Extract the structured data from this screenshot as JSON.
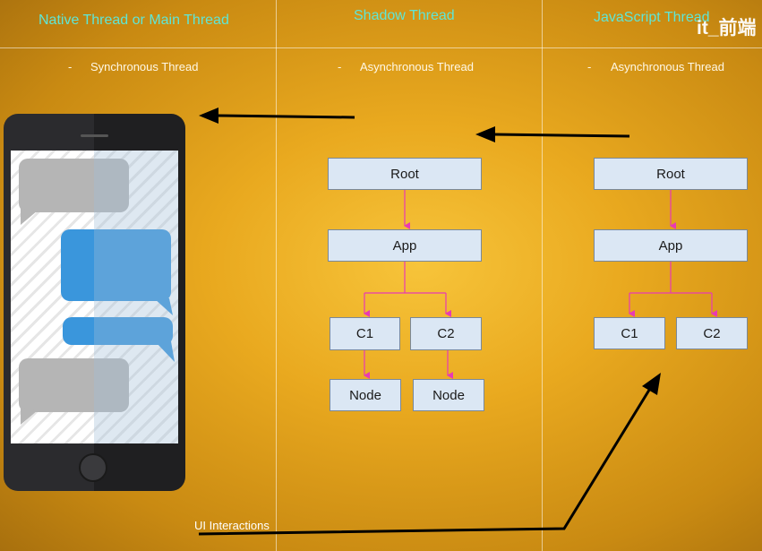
{
  "columns": [
    {
      "title": "Native Thread or Main Thread",
      "subtitle": "Synchronous Thread",
      "subtitle_bullet": "-"
    },
    {
      "title": "Shadow Thread",
      "subtitle": "Asynchronous Thread",
      "subtitle_bullet": "-"
    },
    {
      "title": "JavaScript Thread",
      "subtitle": "Asynchronous Thread",
      "subtitle_bullet": "-"
    }
  ],
  "watermark": "it_前端",
  "shadow_tree": {
    "root": "Root",
    "app": "App",
    "children": [
      "C1",
      "C2"
    ],
    "leaves": [
      "Node",
      "Node"
    ]
  },
  "js_tree": {
    "root": "Root",
    "app": "App",
    "children": [
      "C1",
      "C2"
    ]
  },
  "ui_interactions_label": "UI Interactions",
  "colors": {
    "title": "#5fe6d6",
    "connector": "#e83ab4",
    "arrow": "#000000",
    "node_fill": "#dbe7f4",
    "chat_blue": "#3a96dc",
    "chat_grey": "#b5b5b5"
  }
}
